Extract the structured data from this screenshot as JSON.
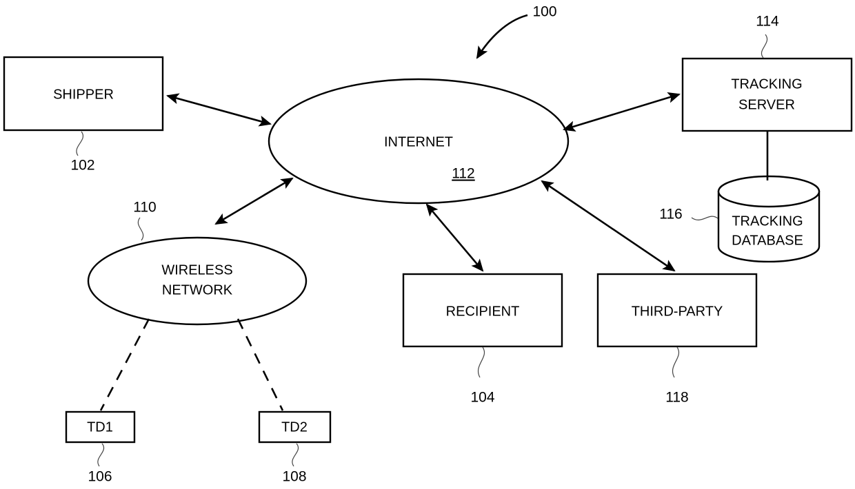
{
  "figure": {
    "reference": "100",
    "nodes": {
      "shipper": {
        "label": "SHIPPER",
        "reference": "102",
        "shape": "rectangle"
      },
      "internet": {
        "label": "INTERNET",
        "reference": "112",
        "shape": "ellipse"
      },
      "tracking_server": {
        "label_line1": "TRACKING",
        "label_line2": "SERVER",
        "reference": "114",
        "shape": "rectangle"
      },
      "tracking_database": {
        "label_line1": "TRACKING",
        "label_line2": "DATABASE",
        "reference": "116",
        "shape": "cylinder"
      },
      "wireless_network": {
        "label_line1": "WIRELESS",
        "label_line2": "NETWORK",
        "reference": "110",
        "shape": "ellipse"
      },
      "td1": {
        "label": "TD1",
        "reference": "106",
        "shape": "rectangle"
      },
      "td2": {
        "label": "TD2",
        "reference": "108",
        "shape": "rectangle"
      },
      "recipient": {
        "label": "RECIPIENT",
        "reference": "104",
        "shape": "rectangle"
      },
      "third_party": {
        "label": "THIRD-PARTY",
        "reference": "118",
        "shape": "rectangle"
      }
    },
    "colors": {
      "stroke": "#000000",
      "fill": "#ffffff",
      "leader": "#444444"
    }
  }
}
